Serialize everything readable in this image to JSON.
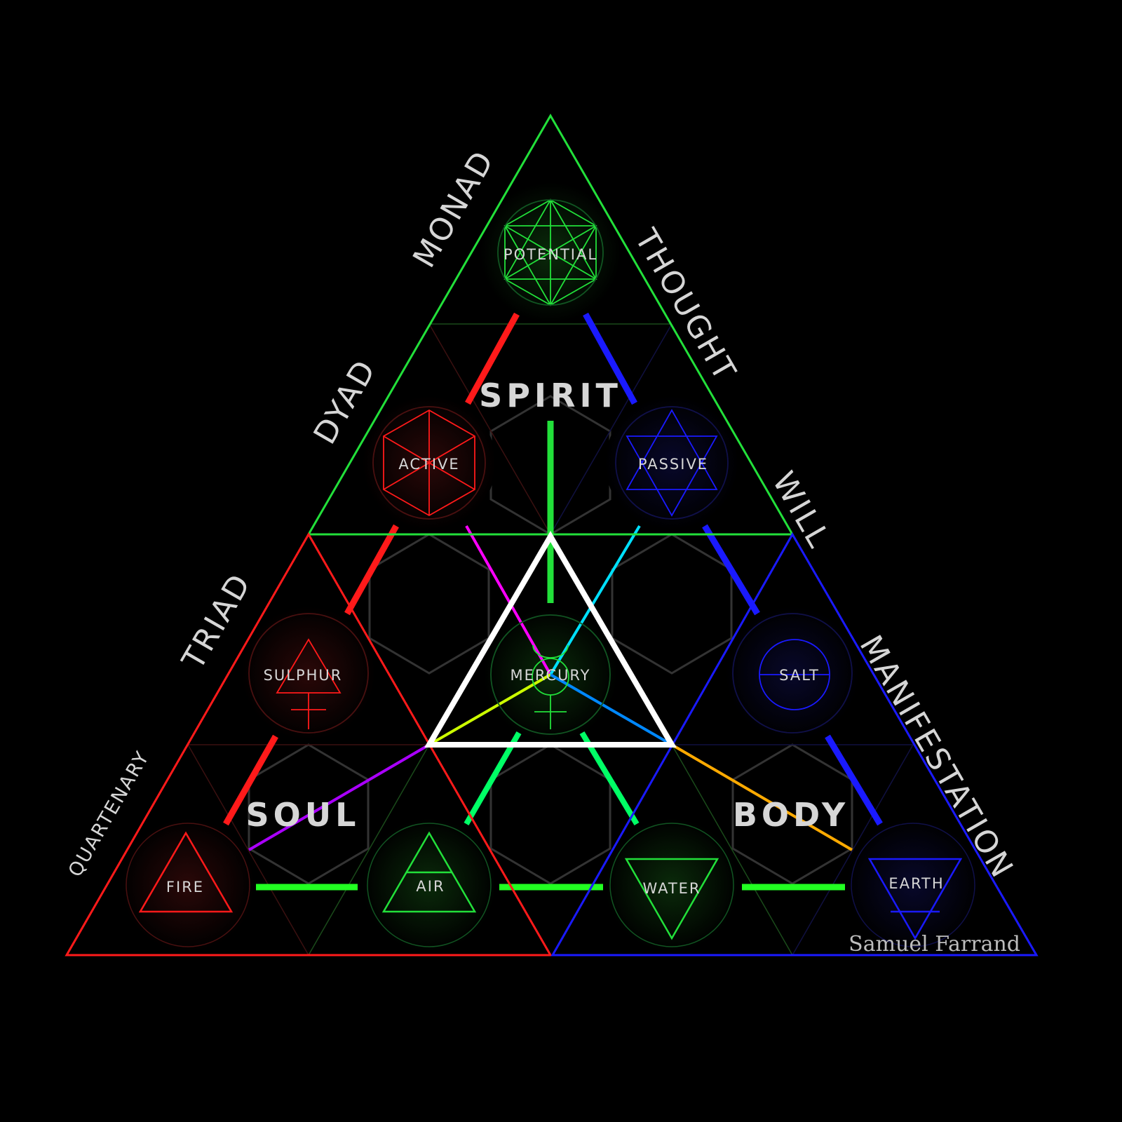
{
  "colors": {
    "background": "#000000",
    "spirit": "#22e03a",
    "soul": "#ff1a1a",
    "body": "#1a1aff",
    "center": "#ffffff",
    "text": "#d6d6d6"
  },
  "side_labels": {
    "monad": "MONAD",
    "dyad": "DYAD",
    "triad": "TRIAD",
    "quartenary": "QUARTENARY",
    "thought": "THOUGHT",
    "will": "WILL",
    "manifestation": "MANIFESTATION"
  },
  "regions": {
    "spirit": "SPIRIT",
    "soul": "SOUL",
    "body": "BODY"
  },
  "nodes": {
    "potential": "POTENTIAL",
    "active": "ACTIVE",
    "passive": "PASSIVE",
    "sulphur": "SULPHUR",
    "mercury": "MERCURY",
    "salt": "SALT",
    "fire": "FIRE",
    "air": "AIR",
    "water": "WATER",
    "earth": "EARTH"
  },
  "node_icons": {
    "potential": "metatron-cube-icon",
    "active": "hexagon-cube-icon",
    "passive": "hexagram-icon",
    "sulphur": "sulphur-symbol-icon",
    "mercury": "mercury-symbol-icon",
    "salt": "salt-symbol-icon",
    "fire": "fire-triangle-icon",
    "air": "air-triangle-icon",
    "water": "water-triangle-icon",
    "earth": "earth-triangle-icon"
  },
  "signature": "Samuel Farrand"
}
